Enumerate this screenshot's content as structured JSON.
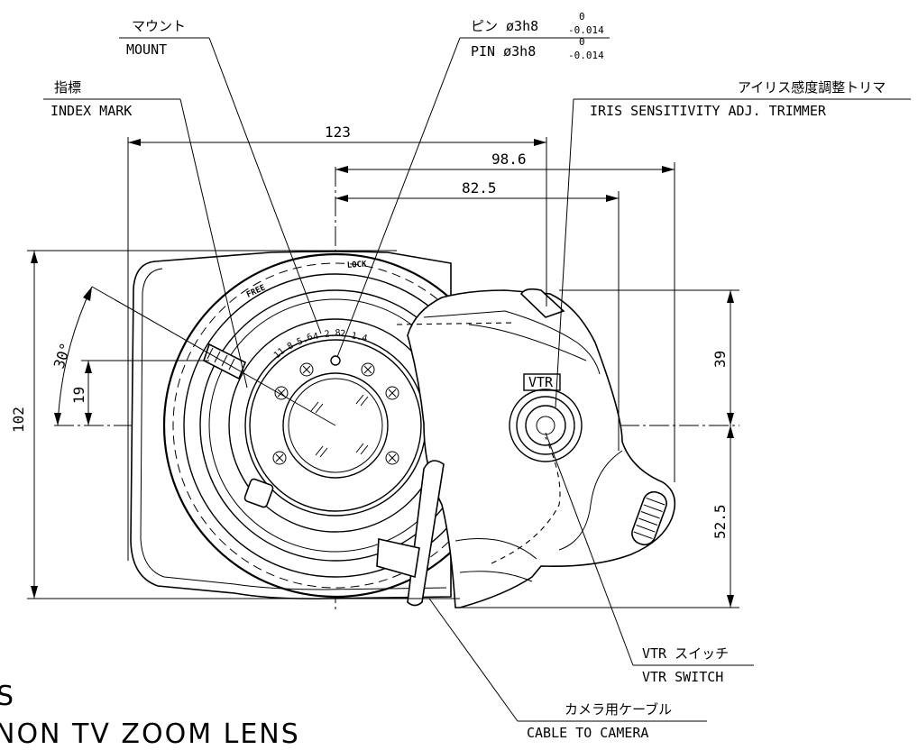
{
  "labels": {
    "mount_jp": "マウント",
    "mount_en": "MOUNT",
    "pin_jp": "ピン ø3h8",
    "pin_en": "PIN ø3h8",
    "pin_tol_upper": "0",
    "pin_tol_lower": "-0.014",
    "index_jp": "指標",
    "index_en": "INDEX MARK",
    "iris_jp": "アイリス感度調整トリマ",
    "iris_en": "IRIS SENSITIVITY ADJ. TRIMMER",
    "vtr_jp": "VTR スイッチ",
    "vtr_en": "VTR SWITCH",
    "cable_jp": "カメラ用ケーブル",
    "cable_en": "CABLE TO CAMERA",
    "vtr_badge": "VTR",
    "lock": "LOCK",
    "free": "FREE"
  },
  "dimensions": {
    "width_total": "123",
    "width_98": "98.6",
    "width_82": "82.5",
    "height_total": "102",
    "height_upper": "39",
    "height_lower": "52.5",
    "offset_19": "19",
    "angle_30": "30°"
  },
  "aperture_scale": [
    "11",
    "8",
    "5.6",
    "4",
    "2.8",
    "2",
    "1.4"
  ],
  "title": {
    "line1": "S",
    "line2": "NON TV ZOOM LENS"
  }
}
